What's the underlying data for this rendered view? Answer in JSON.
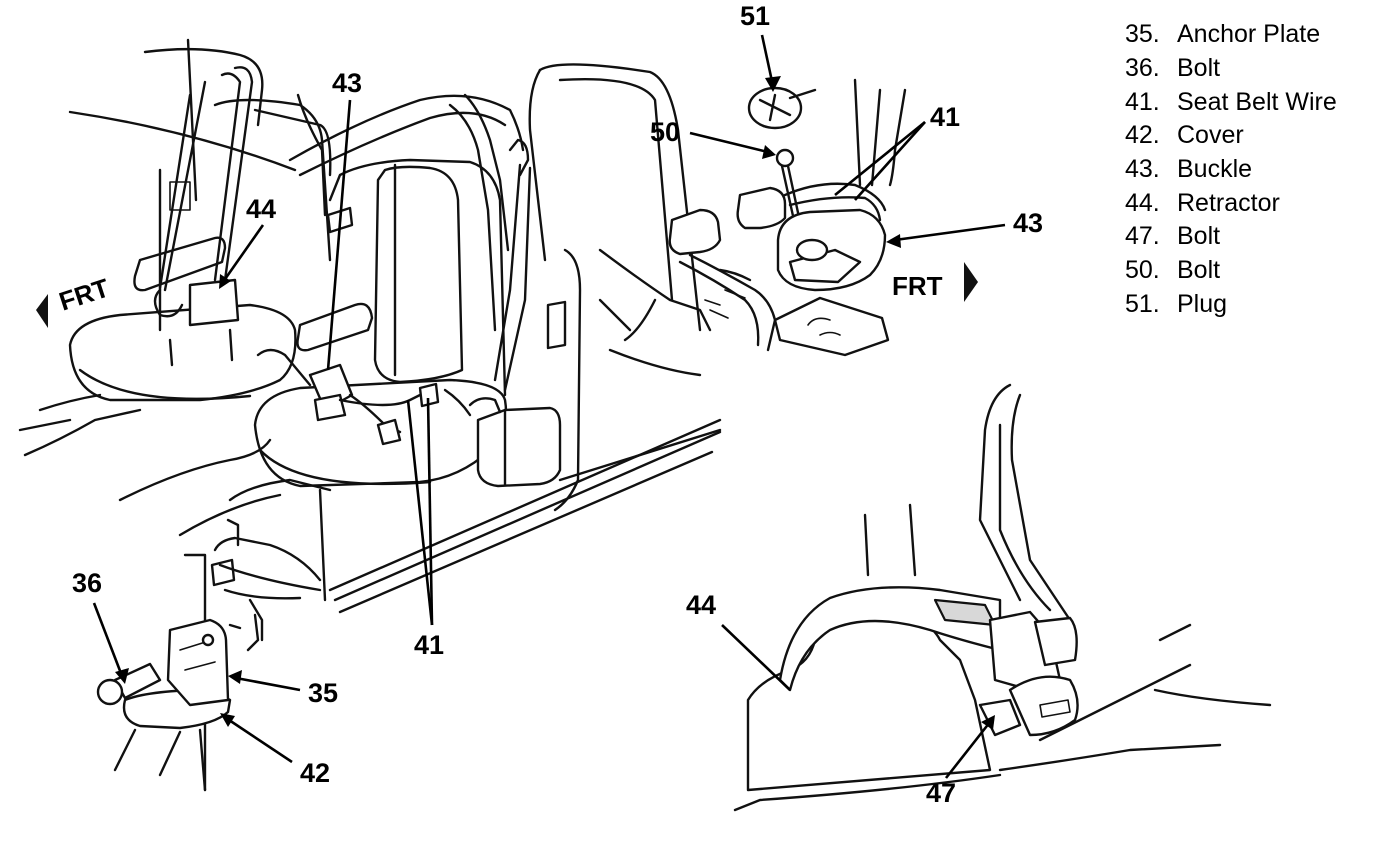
{
  "legend": [
    {
      "num": "35.",
      "label": "Anchor Plate"
    },
    {
      "num": "36.",
      "label": "Bolt"
    },
    {
      "num": "41.",
      "label": "Seat Belt Wire"
    },
    {
      "num": "42.",
      "label": "Cover"
    },
    {
      "num": "43.",
      "label": "Buckle"
    },
    {
      "num": "44.",
      "label": "Retractor"
    },
    {
      "num": "47.",
      "label": "Bolt"
    },
    {
      "num": "50.",
      "label": "Bolt"
    },
    {
      "num": "51.",
      "label": "Plug"
    }
  ],
  "callouts": {
    "c43_main": "43",
    "c44_main": "44",
    "c41_main": "41",
    "c36": "36",
    "c35": "35",
    "c42": "42",
    "c51": "51",
    "c50": "50",
    "c41_inset": "41",
    "c43_inset": "43",
    "c44_inset": "44",
    "c47": "47"
  },
  "direction": {
    "frt_main": "FRT",
    "frt_inset": "FRT"
  }
}
